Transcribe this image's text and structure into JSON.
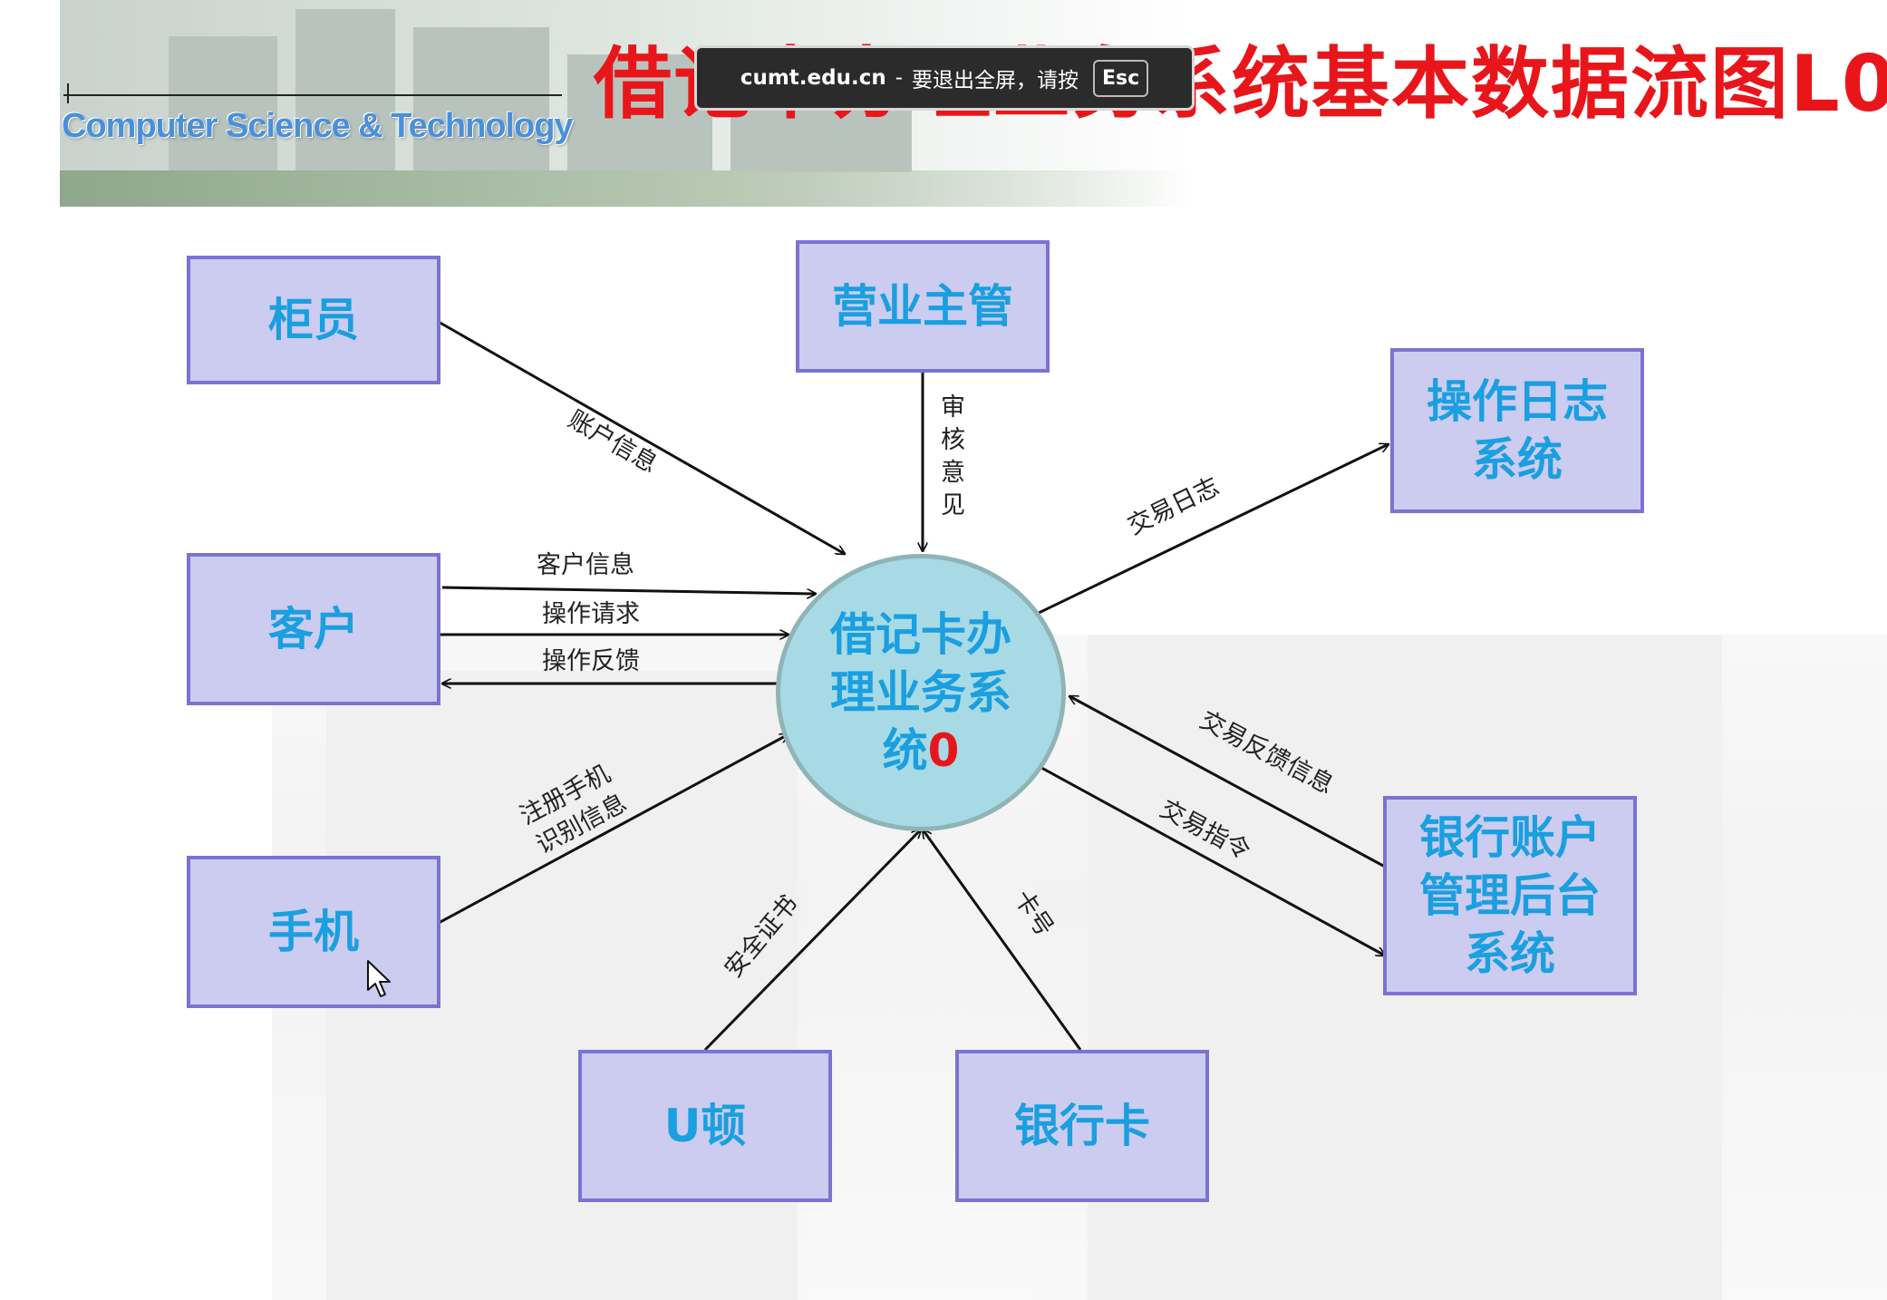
{
  "header": {
    "brand": "Computer Science & Technology",
    "title": "借记卡办理业务系统基本数据流图L0"
  },
  "toast": {
    "domain": "cumt.edu.cn",
    "separator": "-",
    "message": "要退出全屏，请按",
    "key": "Esc"
  },
  "diagram": {
    "process": {
      "label": "借记卡办理业务系统",
      "number": "0"
    },
    "entities": {
      "teller": "柜员",
      "manager": "营业主管",
      "oplog": "操作日志\n系统",
      "customer": "客户",
      "phone": "手机",
      "ukey": "U顿",
      "card": "银行卡",
      "bank_backend": "银行账户\n管理后台\n系统"
    },
    "flows": {
      "account_info": "账户信息",
      "review": "审核意见",
      "tx_log": "交易日志",
      "customer_info": "客户信息",
      "op_request": "操作请求",
      "op_feedback": "操作反馈",
      "phone_reg_line1": "注册手机",
      "phone_reg_line2": "识别信息",
      "cert": "安全证书",
      "card_no": "卡号",
      "tx_feedback": "交易反馈信息",
      "tx_command": "交易指令"
    }
  }
}
